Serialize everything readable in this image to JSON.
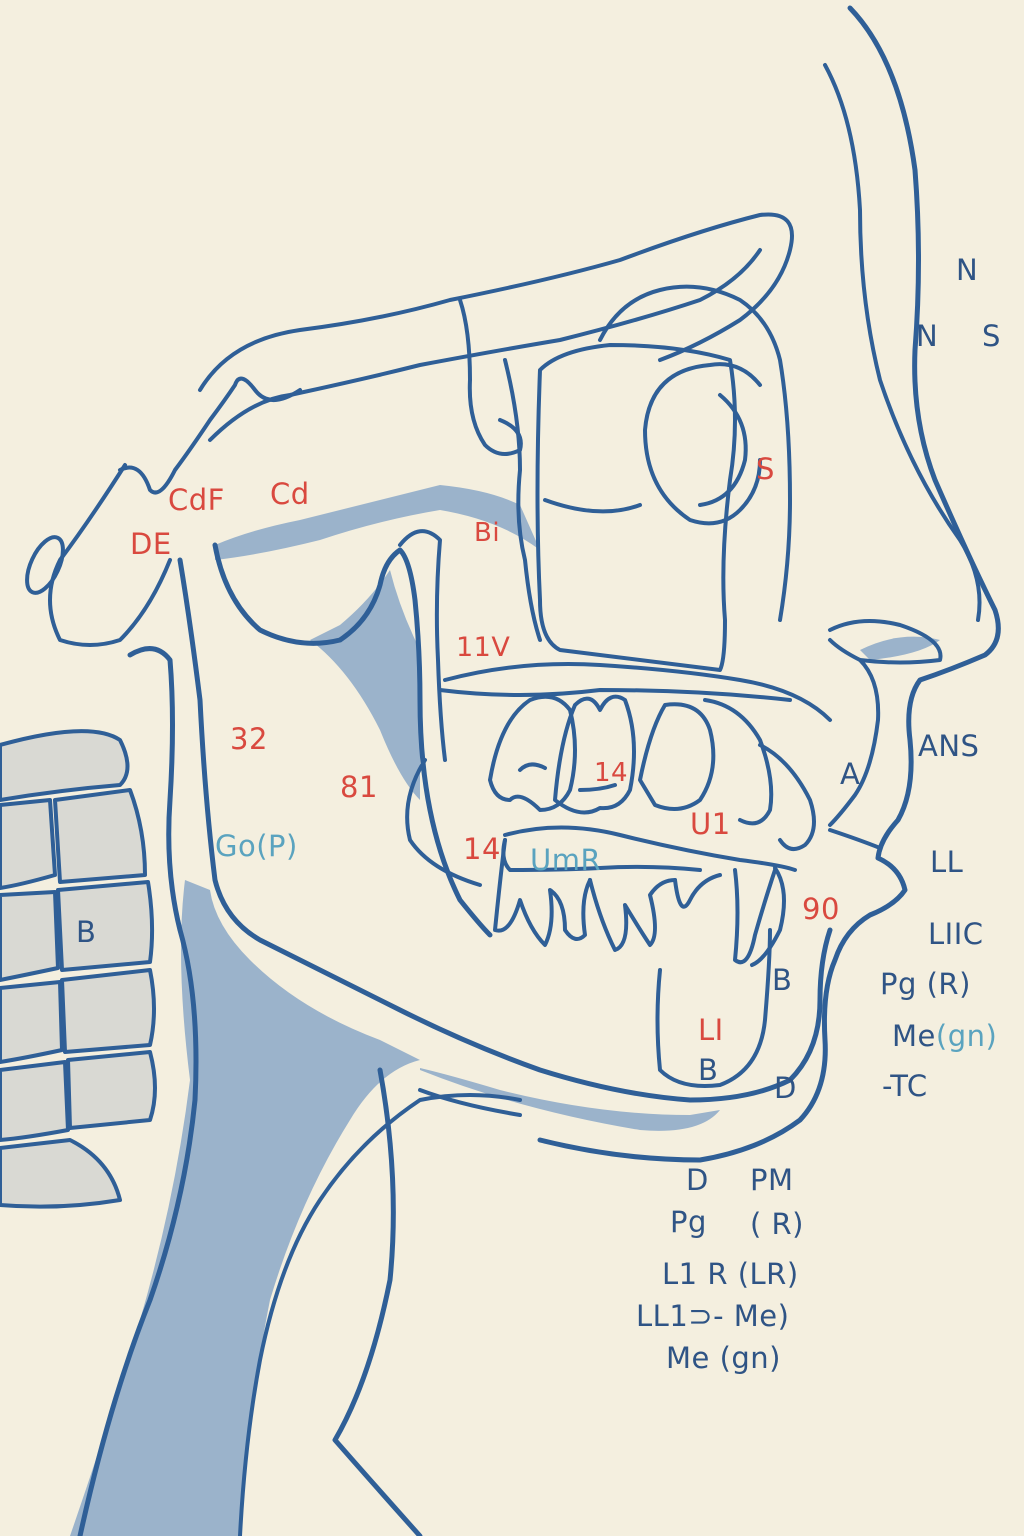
{
  "colors": {
    "background": "#f4efdf",
    "line": "#2f5f97",
    "shading": "#9bb3cb",
    "label_red": "#d9493f",
    "label_blue": "#2f5485",
    "label_teal": "#5aa3bf"
  },
  "labels": {
    "n_top": "N",
    "n_left": "N",
    "s_right": "S",
    "s_red": "S",
    "cdf": "CdF",
    "cd": "Cd",
    "de": "DE",
    "bi": "Bi",
    "v11": "11V",
    "n32": "32",
    "n81": "81",
    "go": "Go",
    "go_p": "(P)",
    "n14_upper": "14",
    "n14_lower": "14",
    "umr": "UmR",
    "u1": "U1",
    "a": "A",
    "ans": "ANS",
    "ll": "LL",
    "n90": "90",
    "liic": "LIIC",
    "b_vert": "B",
    "b_chin": "B",
    "b_lower": "B",
    "li": "LI",
    "d_chin": "D",
    "pg_r": "Pg (R)",
    "me": "Me",
    "me_gn": "(gn)",
    "tc": "-TC",
    "d_bottom": "D",
    "pm": "PM",
    "pg_bottom": "Pg",
    "r_bottom": "( R)",
    "l1r_lr": "L1 R (LR)",
    "ll1_me": "LL1⊃- Me)",
    "me_bottom": "Me (gn)"
  }
}
